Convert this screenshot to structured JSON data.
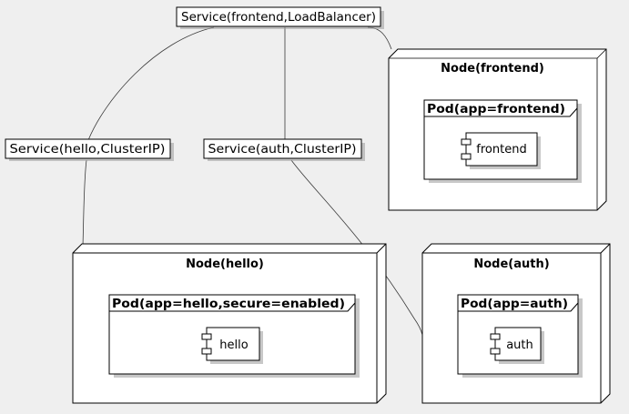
{
  "services": {
    "frontend": "Service(frontend,LoadBalancer)",
    "hello": "Service(hello,ClusterIP)",
    "auth": "Service(auth,ClusterIP)"
  },
  "nodes": {
    "frontend": {
      "title": "Node(frontend)",
      "pod": "Pod(app=frontend)",
      "component": "frontend"
    },
    "hello": {
      "title": "Node(hello)",
      "pod": "Pod(app=hello,secure=enabled)",
      "component": "hello"
    },
    "auth": {
      "title": "Node(auth)",
      "pod": "Pod(app=auth)",
      "component": "auth"
    }
  },
  "colors": {
    "background": "#efefef",
    "box_fill": "#ffffff",
    "stroke": "#000000"
  }
}
